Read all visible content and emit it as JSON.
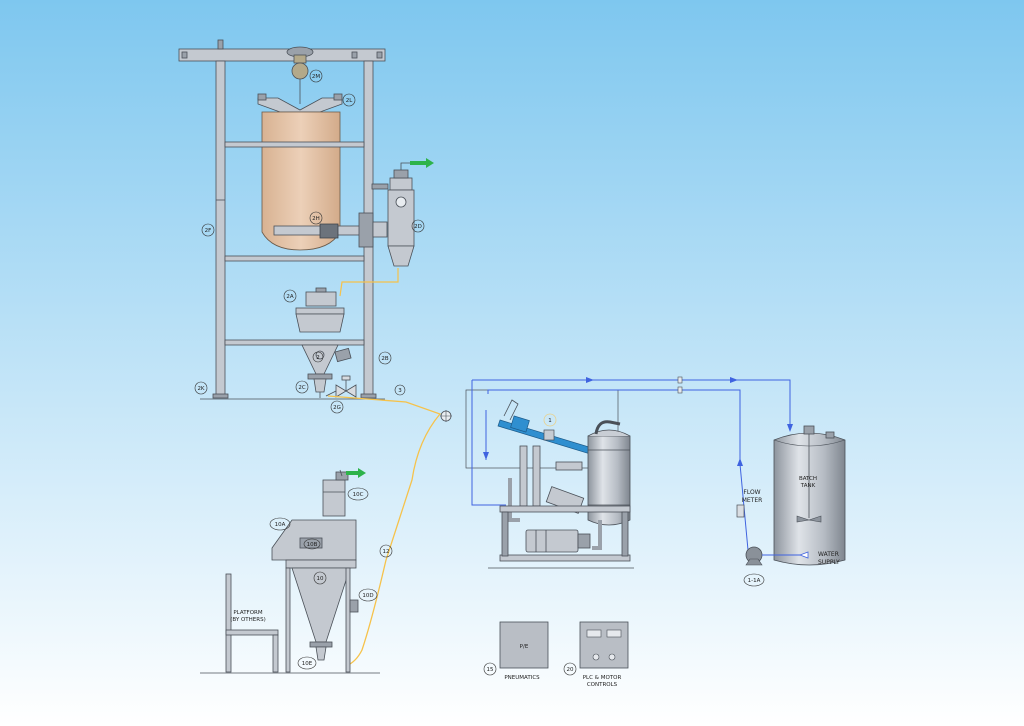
{
  "background": {
    "top_color": "#7ec7ef",
    "bottom_color": "#ffffff"
  },
  "colors": {
    "frame": "#c4c9d0",
    "outline": "#4a5058",
    "bag": "#e2c3a9",
    "hose_yellow": "#f6c24a",
    "water_line": "#3f63e0",
    "eductor_blue": "#2f8fd0",
    "vent_arrow": "#2db34a"
  },
  "icons": {
    "vent": "green-arrow-icon",
    "flow": "arrowhead-icon",
    "valve": "valve-icon",
    "pump": "pump-icon"
  },
  "tags": {
    "t2M": "2M",
    "t2L": "2L",
    "t2H": "2H",
    "t2D": "2D",
    "t2F": "2F",
    "t2A": "2A",
    "t2": "2",
    "t2B": "2B",
    "t2C": "2C",
    "t2G": "2G",
    "t2K": "2K",
    "t3": "3",
    "t10C": "10C",
    "t10A": "10A",
    "t10B": "10B",
    "t10": "10",
    "t10D": "10D",
    "t10E": "10E",
    "t12": "12",
    "t11A": "1-1A",
    "t15": "15",
    "t20": "20",
    "t1": "1"
  },
  "labels": {
    "platform_1": "PLATFORM",
    "platform_2": "(BY OTHERS)",
    "batch_tank_1": "BATCH",
    "batch_tank_2": "TANK",
    "flow_meter_1": "FLOW",
    "flow_meter_2": "METER",
    "water_supply_1": "WATER",
    "water_supply_2": "SUPPLY",
    "pneumatics": "PNEUMATICS",
    "pe_box": "P/E",
    "plc_1": "PLC & MOTOR",
    "plc_2": "CONTROLS"
  }
}
